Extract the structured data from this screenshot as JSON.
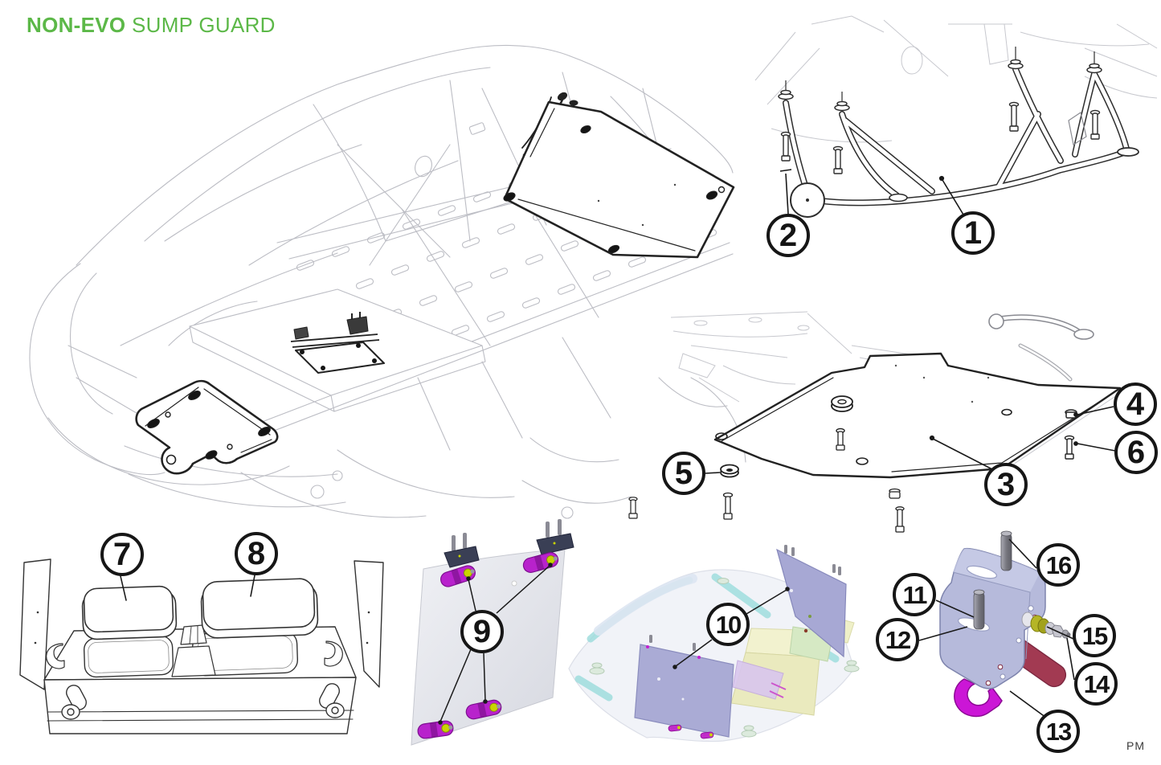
{
  "title": {
    "brand_bold": "NON-EVO",
    "rest": "SUMP GUARD"
  },
  "callouts": {
    "c1": {
      "label": "1"
    },
    "c2": {
      "label": "2"
    },
    "c3": {
      "label": "3"
    },
    "c4": {
      "label": "4"
    },
    "c5": {
      "label": "5"
    },
    "c6": {
      "label": "6"
    },
    "c7": {
      "label": "7"
    },
    "c8": {
      "label": "8"
    },
    "c9": {
      "label": "9"
    },
    "c10": {
      "label": "10"
    },
    "c11": {
      "label": "11"
    },
    "c12": {
      "label": "12"
    },
    "c13": {
      "label": "13"
    },
    "c14": {
      "label": "14"
    },
    "c15": {
      "label": "15"
    },
    "c16": {
      "label": "16"
    }
  },
  "watermark": {
    "author_initials": "PM"
  },
  "palette": {
    "accent_green": "#5cb848",
    "line_dark": "#1f1f1f",
    "line_light": "#bcbdc4",
    "magenta": "#c41fd0",
    "bracket_lavender": "#b6badb",
    "panel_purple": "#a7a8d4",
    "maroon_plate": "#a23a52",
    "olive_washer": "#a8a81e",
    "cyan_tube": "#9adcdc",
    "foam_yellow": "#f0f0cd"
  },
  "figures": {
    "main": "car-chassis-underbody-wireframe",
    "top_right": "front-subframe-with-mount-bolts",
    "mid_right": "sump-guard-plate-underside",
    "bottom_left": "foam-tray-with-pads",
    "bottom_mid": "side-panel-with-quick-fasteners",
    "bottom_center": "colored-exploded-underside",
    "bottom_right": "mount-bracket-assembly"
  }
}
